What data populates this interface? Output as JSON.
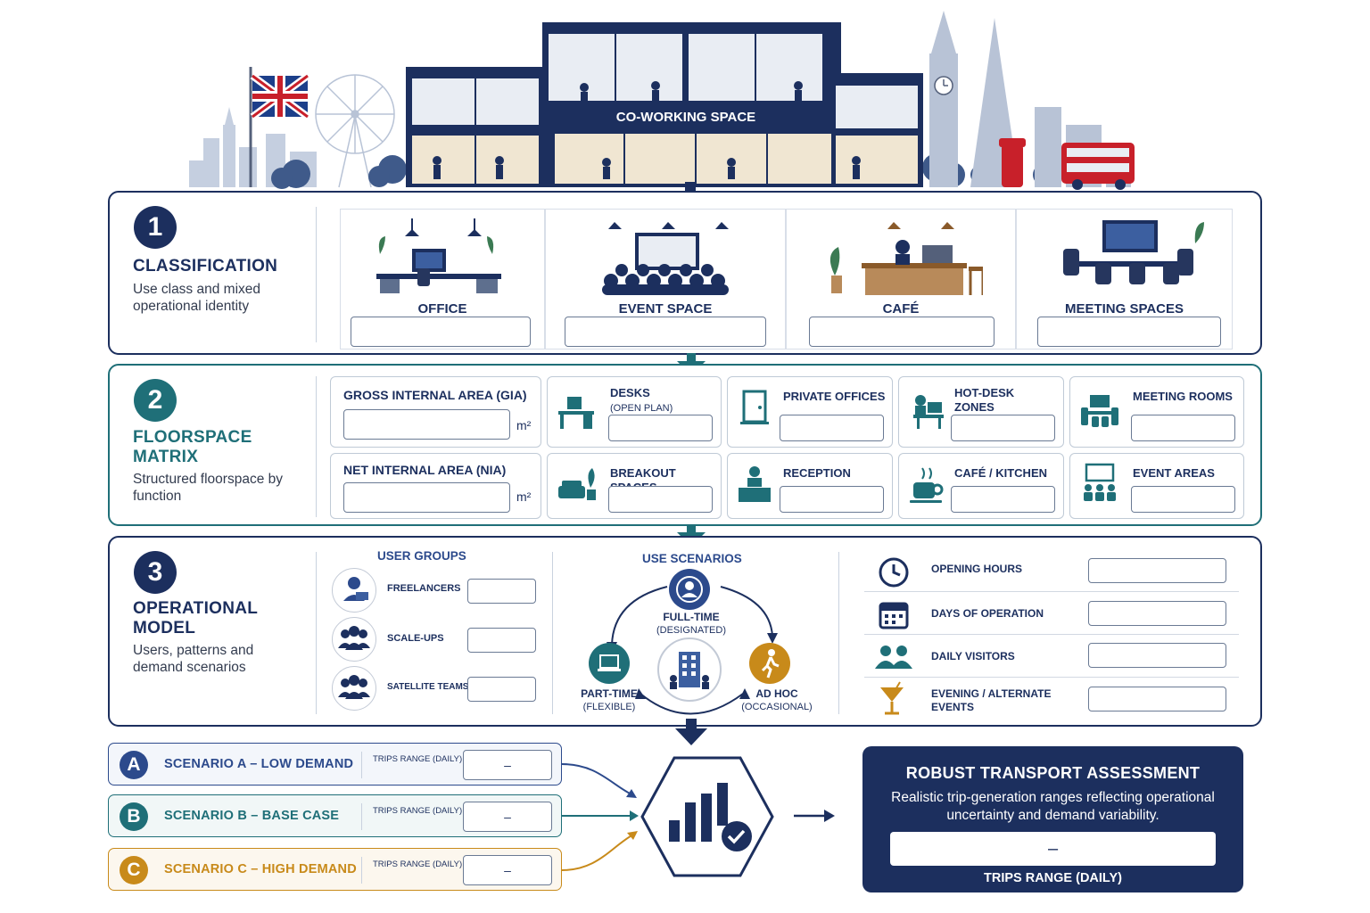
{
  "hero": {
    "building_sign": "CO-WORKING SPACE"
  },
  "colors": {
    "navy": "#1c2f5e",
    "teal": "#1f6f78",
    "amber": "#c88a1a",
    "blue": "#2c4a8c",
    "red": "#c8202a"
  },
  "classification": {
    "number": "1",
    "title": "CLASSIFICATION",
    "description": "Use class and mixed operational identity",
    "categories": [
      {
        "label": "OFFICE",
        "icon": "office-desk-icon"
      },
      {
        "label": "EVENT SPACE",
        "icon": "event-audience-icon"
      },
      {
        "label": "CAFÉ",
        "icon": "cafe-counter-icon"
      },
      {
        "label": "MEETING SPACES",
        "icon": "meeting-table-icon"
      }
    ]
  },
  "floorspace": {
    "number": "2",
    "title": "FLOORSPACE MATRIX",
    "description": "Structured floorspace by function",
    "gia_label": "GROSS INTERNAL AREA (GIA)",
    "nia_label": "NET INTERNAL AREA (NIA)",
    "unit": "m²",
    "cells": [
      {
        "label": "DESKS",
        "sub": "(OPEN PLAN)",
        "icon": "desk-icon"
      },
      {
        "label": "PRIVATE OFFICES",
        "sub": "",
        "icon": "door-icon"
      },
      {
        "label": "HOT-DESK ZONES",
        "sub": "",
        "icon": "hot-desk-icon"
      },
      {
        "label": "MEETING ROOMS",
        "sub": "",
        "icon": "meeting-room-icon"
      },
      {
        "label": "BREAKOUT SPACES",
        "sub": "",
        "icon": "sofa-icon"
      },
      {
        "label": "RECEPTION",
        "sub": "",
        "icon": "reception-icon"
      },
      {
        "label": "CAFÉ / KITCHEN",
        "sub": "",
        "icon": "coffee-cup-icon"
      },
      {
        "label": "EVENT AREAS",
        "sub": "",
        "icon": "event-area-icon"
      }
    ]
  },
  "operational": {
    "number": "3",
    "title": "OPERATIONAL MODEL",
    "description": "Users, patterns and demand scenarios",
    "user_groups_heading": "USER GROUPS",
    "user_groups": [
      {
        "label": "FREELANCERS",
        "icon": "freelancer-icon"
      },
      {
        "label": "SCALE-UPS",
        "icon": "team-icon"
      },
      {
        "label": "SATELLITE TEAMS",
        "icon": "satellite-team-icon"
      }
    ],
    "use_scenarios_heading": "USE SCENARIOS",
    "use_scenarios": {
      "full_time": {
        "label": "FULL-TIME",
        "sub": "(DESIGNATED)"
      },
      "part_time": {
        "label": "PART-TIME",
        "sub": "(FLEXIBLE)"
      },
      "ad_hoc": {
        "label": "AD HOC",
        "sub": "(OCCASIONAL)"
      }
    },
    "patterns": [
      {
        "label": "OPENING HOURS",
        "icon": "clock-icon"
      },
      {
        "label": "DAYS OF OPERATION",
        "icon": "calendar-icon"
      },
      {
        "label": "DAILY VISITORS",
        "icon": "visitors-icon"
      },
      {
        "label": "EVENING / ALTERNATE EVENTS",
        "icon": "cocktail-icon"
      }
    ]
  },
  "scenarios": [
    {
      "letter": "A",
      "title": "SCENARIO A – LOW DEMAND",
      "range_label": "TRIPS RANGE (DAILY)",
      "value": "–"
    },
    {
      "letter": "B",
      "title": "SCENARIO B – BASE CASE",
      "range_label": "TRIPS RANGE (DAILY)",
      "value": "–"
    },
    {
      "letter": "C",
      "title": "SCENARIO C – HIGH DEMAND",
      "range_label": "TRIPS RANGE (DAILY)",
      "value": "–"
    }
  ],
  "output": {
    "title": "ROBUST TRANSPORT ASSESSMENT",
    "description": "Realistic trip-generation ranges reflecting operational uncertainty and demand variability.",
    "value": "–",
    "label": "TRIPS RANGE (DAILY)"
  }
}
